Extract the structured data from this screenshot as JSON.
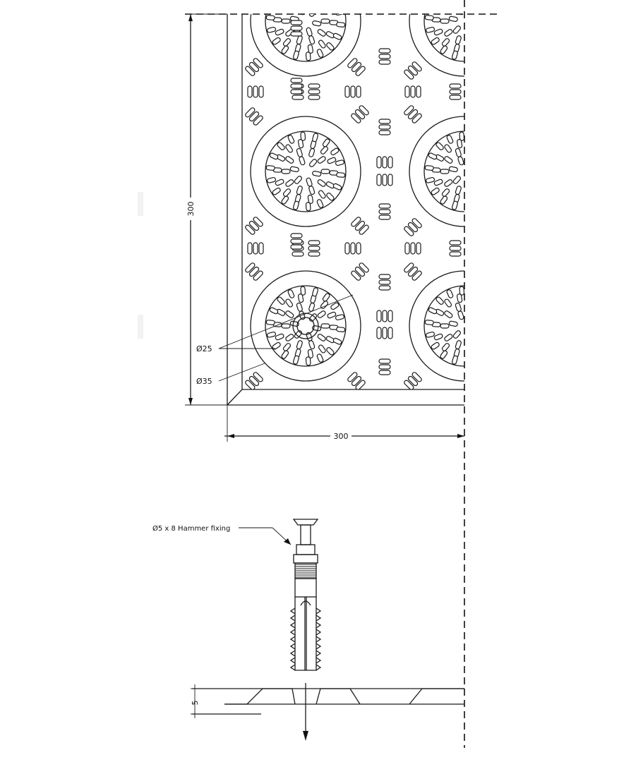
{
  "dimensions": {
    "height_label": "300",
    "width_label": "300",
    "inner_diameter_label": "Ø25",
    "outer_diameter_label": "Ø35",
    "thickness_label": "5"
  },
  "fixing_note": "Ø5 x 8 Hammer fixing",
  "colors": {
    "line": "#1a1a1a",
    "background": "#ffffff"
  }
}
